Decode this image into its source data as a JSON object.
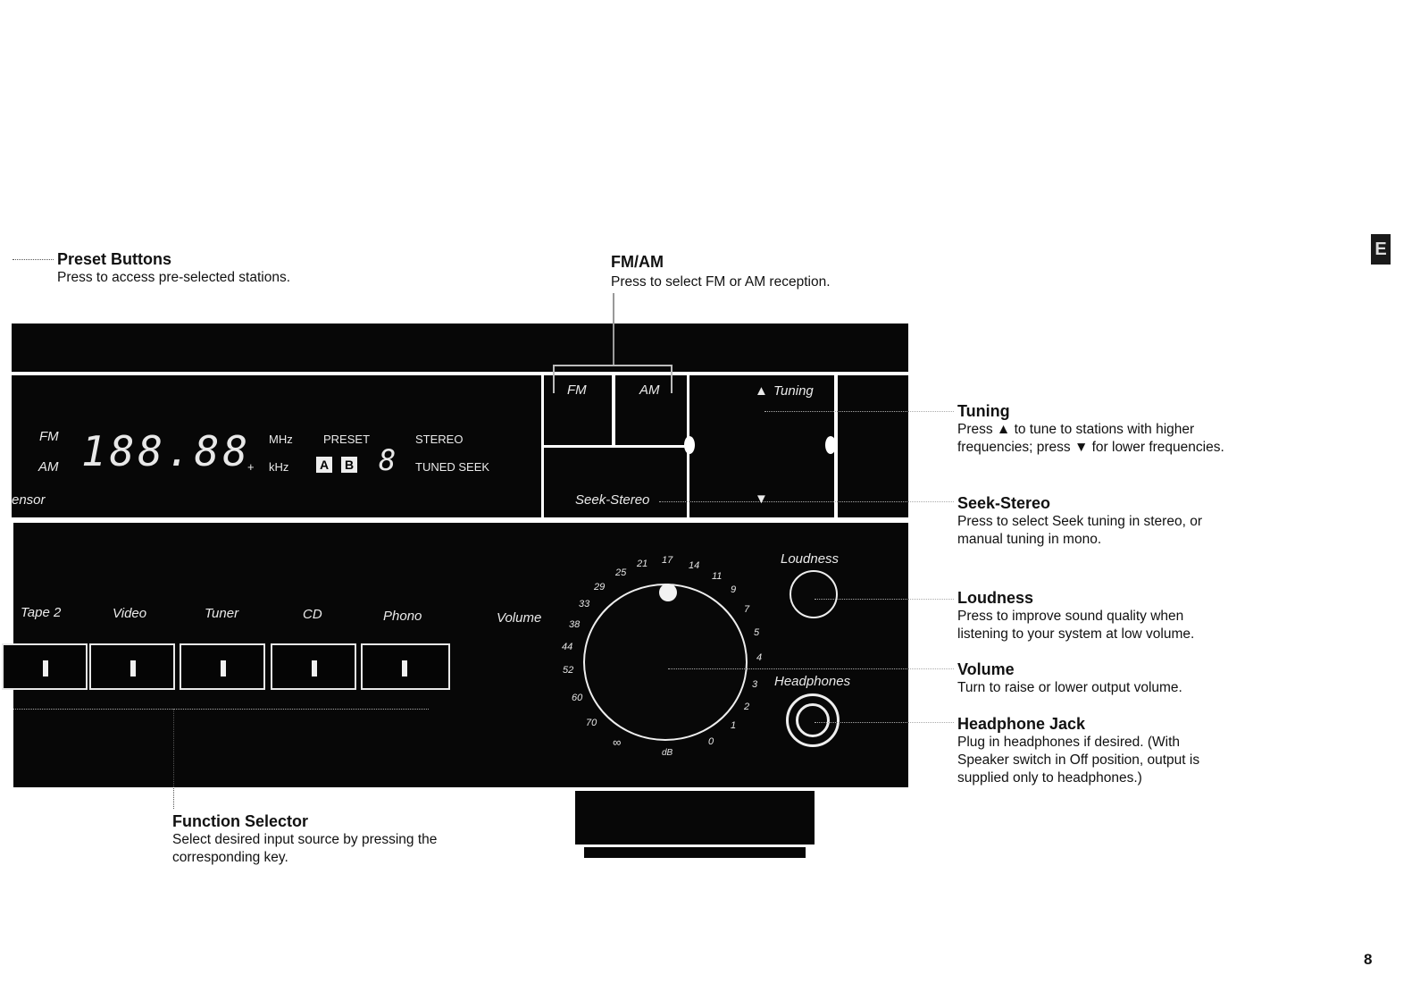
{
  "callouts": {
    "preset": {
      "title": "Preset Buttons",
      "desc": "Press to access pre-selected stations."
    },
    "fmam": {
      "title": "FM/AM",
      "desc": "Press to select FM or AM reception."
    },
    "tuning": {
      "title": "Tuning",
      "desc_line1": "Press ▲ to tune to stations with higher",
      "desc_line2": "frequencies;  press ▼ for lower frequencies."
    },
    "seek": {
      "title": "Seek-Stereo",
      "desc_line1": "Press to select Seek tuning in stereo, or",
      "desc_line2": "manual tuning in mono."
    },
    "loudness": {
      "title": "Loudness",
      "desc_line1": "Press to improve sound quality when",
      "desc_line2": "listening to your system at low volume."
    },
    "volume": {
      "title": "Volume",
      "desc": "Turn to raise or lower output volume."
    },
    "headphone": {
      "title": "Headphone Jack",
      "desc_line1": "Plug in headphones if desired.  (With",
      "desc_line2": "Speaker switch in Off position, output is",
      "desc_line3": "supplied only to headphones.)"
    },
    "function": {
      "title": "Function Selector",
      "desc_line1": "Select desired input source by pressing the",
      "desc_line2": "corresponding key."
    }
  },
  "display": {
    "band_fm": "FM",
    "band_am": "AM",
    "digits": "188.88",
    "plus": "+",
    "unit_mhz": "MHz",
    "unit_khz": "kHz",
    "preset_label": "PRESET",
    "preset_a": "A",
    "preset_b": "B",
    "preset_digit": "8",
    "stereo": "STEREO",
    "tuned_seek": "TUNED SEEK",
    "sensor": "ensor"
  },
  "tuner_buttons": {
    "fm": "FM",
    "am": "AM",
    "tuning": "Tuning",
    "seek": "Seek-Stereo",
    "up_icon": "▲",
    "down_icon": "▼"
  },
  "function_keys": [
    "Tape 2",
    "Video",
    "Tuner",
    "CD",
    "Phono"
  ],
  "volume_knob": {
    "label": "Volume",
    "ticks": [
      "70",
      "60",
      "52",
      "44",
      "38",
      "33",
      "29",
      "25",
      "21",
      "17",
      "14",
      "11",
      "9",
      "7",
      "5",
      "4",
      "3",
      "2",
      "1",
      "0",
      "∞"
    ],
    "unit": "dB"
  },
  "loudness_label": "Loudness",
  "headphones_label": "Headphones",
  "page_number": "8",
  "side_tab": "E"
}
